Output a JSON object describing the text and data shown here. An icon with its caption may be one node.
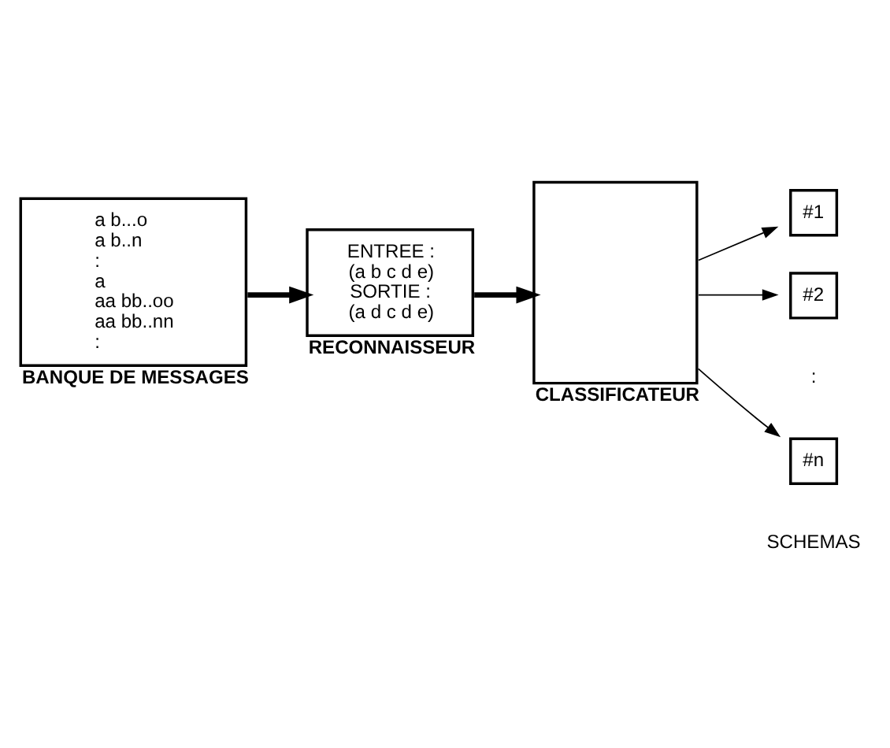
{
  "diagram": {
    "nodes": [
      {
        "text": [
          "a b...o",
          "a b..n",
          ":",
          "a",
          "aa bb..oo",
          "aa bb..nn",
          ":"
        ],
        "beside": [
          "BANQUE DE MESSAGES"
        ]
      },
      {
        "text": [
          "ENTREE :",
          "(a b c d e)",
          "SORTIE :",
          "(a d c d e)"
        ],
        "beside": [
          "RECONNAISSEUR"
        ]
      },
      {
        "text": [],
        "shape": "box",
        "beside": [
          "CLASSIFICATEUR"
        ]
      },
      {
        "text": [
          "#1"
        ]
      },
      {
        "text": [
          "#2"
        ]
      },
      {
        "text": [
          "#n"
        ]
      }
    ],
    "edges": [
      {
        "from": 0,
        "to": 1,
        "arrow": "to",
        "style": "thick"
      },
      {
        "from": 1,
        "to": 2,
        "arrow": "to",
        "style": "thick"
      },
      {
        "from": 2,
        "to": 3,
        "arrow": "to"
      },
      {
        "from": 2,
        "to": 4,
        "arrow": "to"
      },
      {
        "from": 2,
        "to": 5,
        "arrow": "to"
      }
    ],
    "labels": [
      ":",
      "SCHEMAS"
    ]
  }
}
